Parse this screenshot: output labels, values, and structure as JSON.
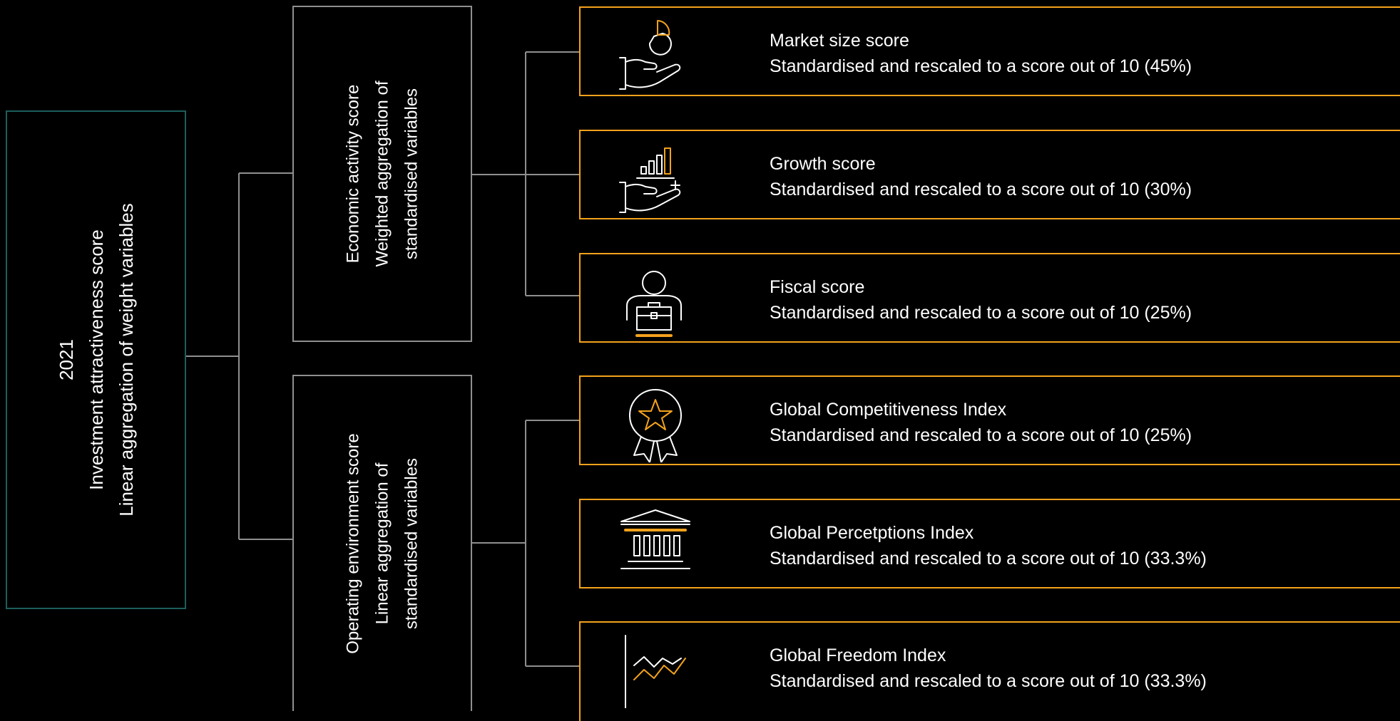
{
  "colors": {
    "accent": "#f4a21c",
    "root_border": "#1c5f5c",
    "mid_border": "#8f8f8f",
    "background": "#000000"
  },
  "root": {
    "lines": [
      "2021",
      "Investment attractiveness score",
      "Linear aggregation of weight variables"
    ]
  },
  "economic": {
    "lines": [
      "Economic activity score",
      "Weighted aggregation of",
      "standardised variables"
    ]
  },
  "operating": {
    "lines": [
      "Operating environment score",
      "Linear aggregation of",
      "standardised variables"
    ]
  },
  "leaves": [
    {
      "title": "Market size score",
      "description": "Standardised and rescaled to a score out of 10 (45%)",
      "icon": "hand-pie-chart-icon"
    },
    {
      "title": "Growth score",
      "description": "Standardised and rescaled to a score out of 10 (30%)",
      "icon": "hand-growth-bars-icon"
    },
    {
      "title": "Fiscal score",
      "description": "Standardised and rescaled to a score out of 10 (25%)",
      "icon": "person-briefcase-icon"
    },
    {
      "title": "Global Competitiveness Index",
      "description": "Standardised and rescaled to a score out of 10 (25%)",
      "icon": "award-ribbon-icon"
    },
    {
      "title": "Global Percetptions Index",
      "description": "Standardised and rescaled to a score out of 10 (33.3%)",
      "icon": "institution-building-icon"
    },
    {
      "title": "Global Freedom Index",
      "description": "Standardised and rescaled to a score out of 10 (33.3%)",
      "icon": "trend-chart-icon"
    }
  ]
}
